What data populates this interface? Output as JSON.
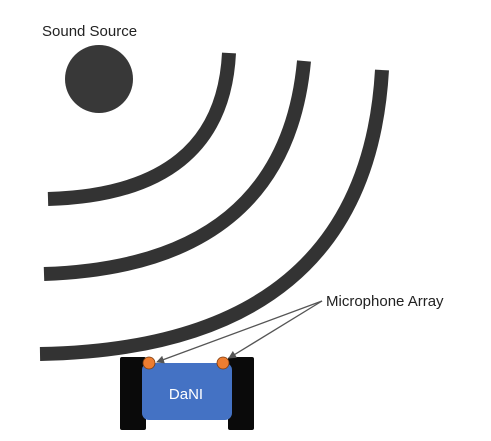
{
  "diagram": {
    "sound_source_label": "Sound Source",
    "microphone_array_label": "Microphone Array",
    "robot_label": "DaNI"
  },
  "colors": {
    "wave": "#333333",
    "source": "#383838",
    "robot_body": "#4472c4",
    "robot_wheels": "#0a0a0a",
    "microphones": "#ed7d31",
    "arrows": "#555555"
  }
}
